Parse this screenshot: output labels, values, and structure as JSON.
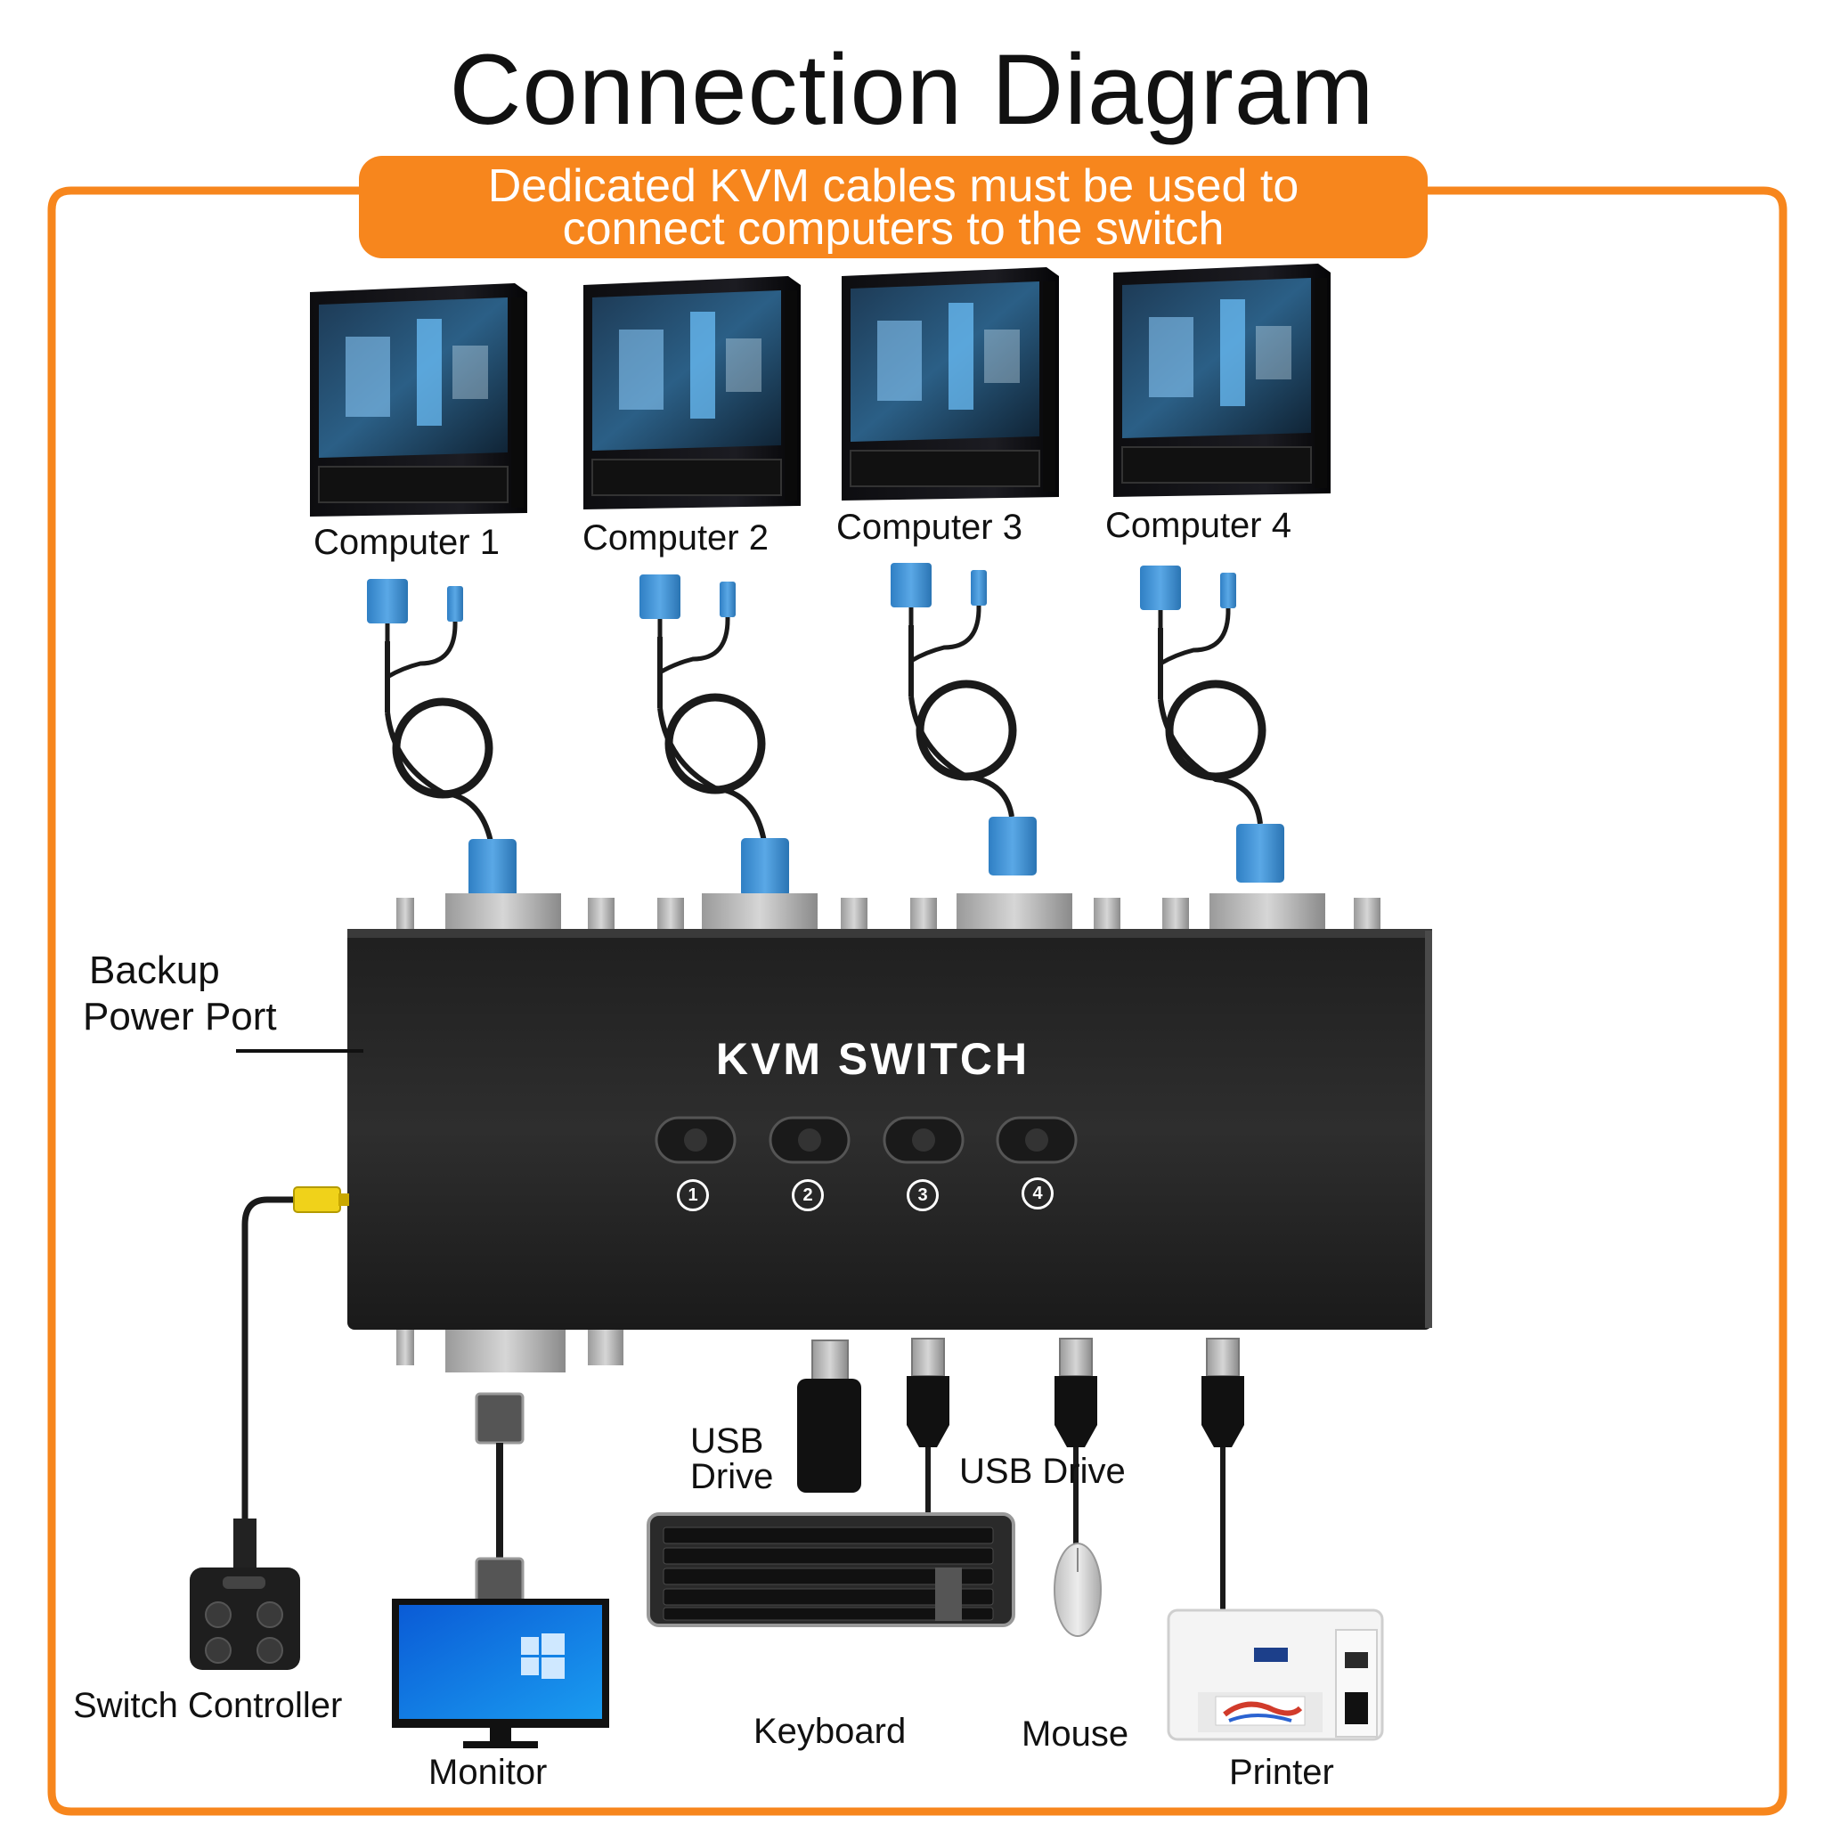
{
  "title": "Connection Diagram",
  "banner": {
    "line1": "Dedicated KVM cables must be used to",
    "line2": "connect computers to the switch"
  },
  "colors": {
    "accent": "#f7861d",
    "switch_body": "#2b2b2b",
    "vga_blue": "#3d8fd1",
    "cable": "#1a1a1a",
    "power_plug": "#f0d21a"
  },
  "computers": [
    {
      "label": "Computer 1",
      "port": "1"
    },
    {
      "label": "Computer 2",
      "port": "2"
    },
    {
      "label": "Computer 3",
      "port": "3"
    },
    {
      "label": "Computer 4",
      "port": "4"
    }
  ],
  "switch": {
    "label": "KVM SWITCH",
    "buttons": [
      "1",
      "2",
      "3",
      "4"
    ]
  },
  "labels": {
    "backup_power_1": "Backup",
    "backup_power_2": "Power Port",
    "usb_drive_left_1": "USB",
    "usb_drive_left_2": "Drive",
    "usb_drive_right": "USB Drive",
    "switch_controller": "Switch Controller",
    "monitor": "Monitor",
    "keyboard": "Keyboard",
    "mouse": "Mouse",
    "printer": "Printer"
  }
}
